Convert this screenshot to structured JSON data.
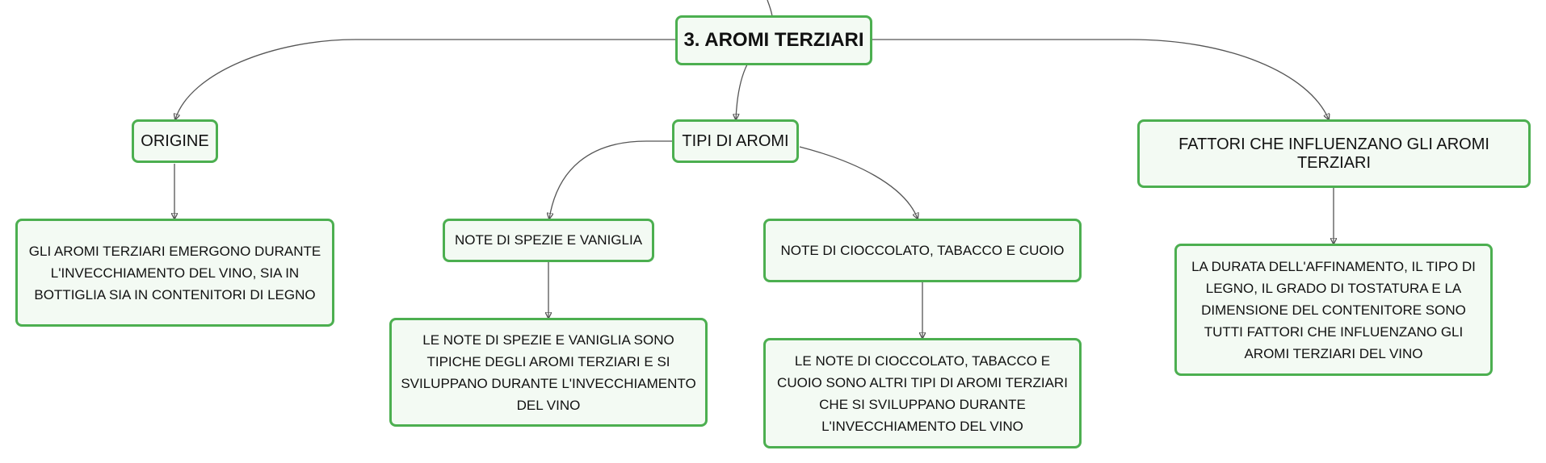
{
  "map": {
    "root": "3. AROMI TERZIARI",
    "origine": {
      "title": "ORIGINE",
      "detail": "GLI AROMI TERZIARI EMERGONO DURANTE L'INVECCHIAMENTO DEL VINO, SIA IN BOTTIGLIA SIA IN CONTENITORI DI LEGNO"
    },
    "tipi": {
      "title": "TIPI DI AROMI",
      "spezie": {
        "title": "NOTE DI SPEZIE E VANIGLIA",
        "detail": "LE NOTE DI SPEZIE E VANIGLIA SONO TIPICHE DEGLI AROMI TERZIARI E SI SVILUPPANO DURANTE L'INVECCHIAMENTO DEL VINO"
      },
      "cioccolato": {
        "title": "NOTE DI CIOCCOLATO, TABACCO E CUOIO",
        "detail": "LE NOTE DI CIOCCOLATO, TABACCO E CUOIO SONO ALTRI TIPI DI AROMI TERZIARI CHE SI SVILUPPANO DURANTE L'INVECCHIAMENTO DEL VINO"
      }
    },
    "fattori": {
      "title": "FATTORI CHE INFLUENZANO GLI AROMI TERZIARI",
      "detail": "LA DURATA DELL'AFFINAMENTO, IL TIPO DI LEGNO, IL GRADO DI TOSTATURA E LA DIMENSIONE DEL CONTENITORE SONO TUTTI FATTORI CHE INFLUENZANO GLI AROMI TERZIARI DEL VINO"
    }
  }
}
